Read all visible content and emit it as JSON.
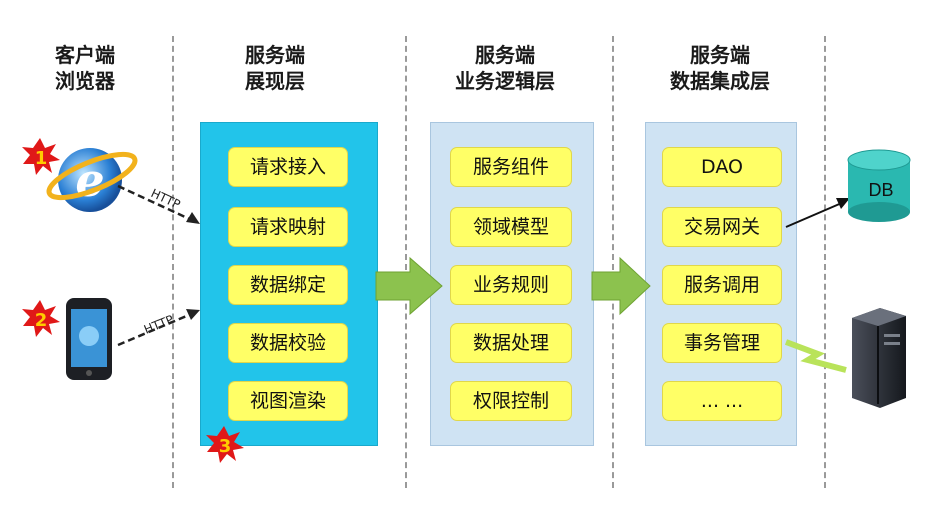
{
  "columns": [
    {
      "line1": "客户端",
      "line2": "浏览器"
    },
    {
      "line1": "服务端",
      "line2": "展现层"
    },
    {
      "line1": "服务端",
      "line2": "业务逻辑层"
    },
    {
      "line1": "服务端",
      "line2": "数据集成层"
    }
  ],
  "presentation_items": [
    "请求接入",
    "请求映射",
    "数据绑定",
    "数据校验",
    "视图渲染"
  ],
  "logic_items": [
    "服务组件",
    "领域模型",
    "业务规则",
    "数据处理",
    "权限控制"
  ],
  "integration_items": [
    "DAO",
    "交易网关",
    "服务调用",
    "事务管理",
    "... ..."
  ],
  "connectors": {
    "http_top": "HTTP",
    "http_bottom": "HTTP"
  },
  "markers": [
    "1",
    "2",
    "3"
  ],
  "database": {
    "label": "DB"
  },
  "icons": [
    "browser-icon",
    "smartphone-icon",
    "database-icon",
    "server-icon",
    "lightning-icon"
  ],
  "colors": {
    "presentation_panel": "#22c4ea",
    "other_panels": "#cfe3f3",
    "pill": "#ffff66",
    "arrow": "#8cc24e",
    "marker_star": "#e01818",
    "database": "#2ab8b0"
  }
}
